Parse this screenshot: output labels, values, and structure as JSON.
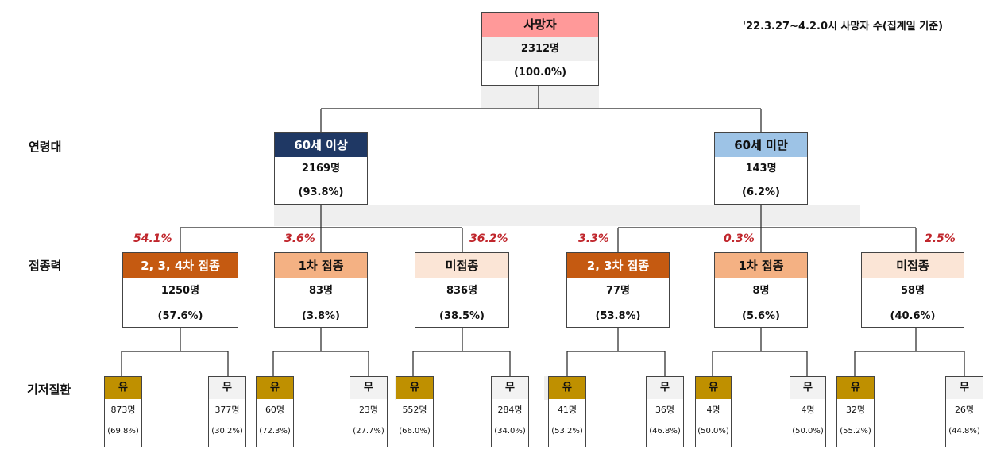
{
  "caption": "'22.3.27~4.2.0시 사망자 수(집계일 기준)",
  "row_labels": {
    "age": "연령대",
    "vaccination": "접종력",
    "disease": "기저질환"
  },
  "root": {
    "title": "사망자",
    "count": "2312명",
    "pct": "(100.0%)"
  },
  "age_groups": [
    {
      "title": "60세 이상",
      "count": "2169명",
      "pct": "(93.8%)"
    },
    {
      "title": "60세 미만",
      "count": "143명",
      "pct": "(6.2%)"
    }
  ],
  "vaccination_groups": [
    {
      "title": "2, 3, 4차 접종",
      "count": "1250명",
      "pct": "(57.6%)",
      "rate": "54.1%"
    },
    {
      "title": "1차 접종",
      "count": "83명",
      "pct": "(3.8%)",
      "rate": "3.6%"
    },
    {
      "title": "미접종",
      "count": "836명",
      "pct": "(38.5%)",
      "rate": "36.2%"
    },
    {
      "title": "2, 3차 접종",
      "count": "77명",
      "pct": "(53.8%)",
      "rate": "3.3%"
    },
    {
      "title": "1차 접종",
      "count": "8명",
      "pct": "(5.6%)",
      "rate": "0.3%"
    },
    {
      "title": "미접종",
      "count": "58명",
      "pct": "(40.6%)",
      "rate": "2.5%"
    }
  ],
  "disease_groups": [
    {
      "title": "유",
      "count": "873명",
      "pct": "(69.8%)"
    },
    {
      "title": "무",
      "count": "377명",
      "pct": "(30.2%)"
    },
    {
      "title": "유",
      "count": "60명",
      "pct": "(72.3%)"
    },
    {
      "title": "무",
      "count": "23명",
      "pct": "(27.7%)"
    },
    {
      "title": "유",
      "count": "552명",
      "pct": "(66.0%)"
    },
    {
      "title": "무",
      "count": "284명",
      "pct": "(34.0%)"
    },
    {
      "title": "유",
      "count": "41명",
      "pct": "(53.2%)"
    },
    {
      "title": "무",
      "count": "36명",
      "pct": "(46.8%)"
    },
    {
      "title": "유",
      "count": "4명",
      "pct": "(50.0%)"
    },
    {
      "title": "무",
      "count": "4명",
      "pct": "(50.0%)"
    },
    {
      "title": "유",
      "count": "32명",
      "pct": "(55.2%)"
    },
    {
      "title": "무",
      "count": "26명",
      "pct": "(44.8%)"
    }
  ],
  "colors": {
    "root_header": "#ff9999",
    "age_over60_header": "#1f3864",
    "age_under60_header": "#9dc3e6",
    "vacc_dark_header": "#c55a11",
    "vacc_mid_header": "#f4b183",
    "vacc_light_header": "#fbe5d6",
    "disease_yes_header": "#bf9000",
    "disease_no_header": "#f2f2f2",
    "rate_text": "#c0262c"
  }
}
